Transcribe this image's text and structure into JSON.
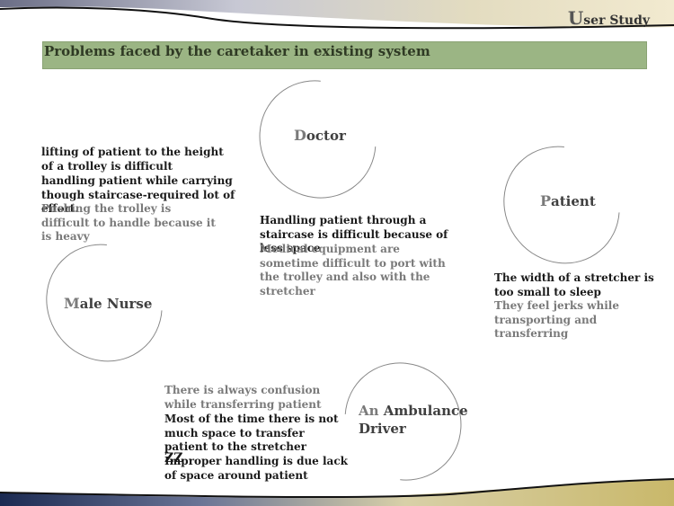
{
  "header": {
    "title_first": "U",
    "title_rest": "ser Study"
  },
  "banner": {
    "text": "Problems faced by the caretaker in existing system"
  },
  "roles": {
    "doctor": {
      "first": "D",
      "rest": "octor"
    },
    "patient": {
      "first": "P",
      "rest": "atient"
    },
    "male_nurse": {
      "first": "M",
      "rest": "ale Nurse"
    },
    "driver": {
      "first": "An",
      "rest": " Ambulance",
      "line2": "Driver"
    }
  },
  "texts": {
    "nurse_1": "lifting of patient to the height of a trolley is difficult",
    "nurse_2": "handling patient while carrying though staircase-required lot of effort.",
    "nurse_3": "Pushing the trolley is difficult to handle because it is heavy",
    "doctor_1": "Handling patient through a staircase is difficult because of less space",
    "doctor_2": "Medical equipment are sometime difficult to port with the trolley and also with the stretcher",
    "patient_1": "The width of a stretcher is too small to sleep",
    "patient_2": "They feel jerks while transporting and transferring",
    "driver_1": "There is always confusion while transferring patient",
    "driver_2": "Most of the time there is not much space to transfer  patient to the stretcher",
    "driver_3": "Improper handling is due lack of space around patient",
    "overlap_mark": "ZZ"
  },
  "colors": {
    "banner": "#9bb584",
    "accent_gold": "#c9b86a",
    "navy": "#1b2a52"
  }
}
